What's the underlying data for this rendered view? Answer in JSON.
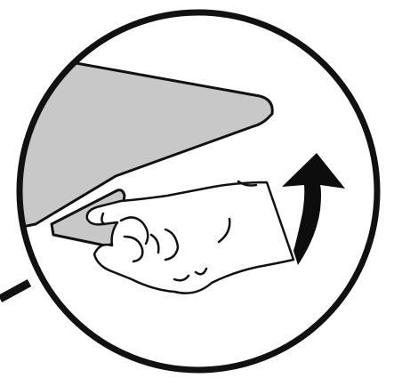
{
  "illustration": {
    "icons": [
      "magnifier-circle",
      "desk-surface",
      "hand-icon",
      "curved-up-arrow-icon",
      "pointer-line"
    ],
    "colors": {
      "background": "#ffffff",
      "line": "#111111",
      "desk_fill": "#c8c8c8",
      "hand_fill": "#ffffff",
      "arrow_fill": "#0d0d0d"
    }
  }
}
